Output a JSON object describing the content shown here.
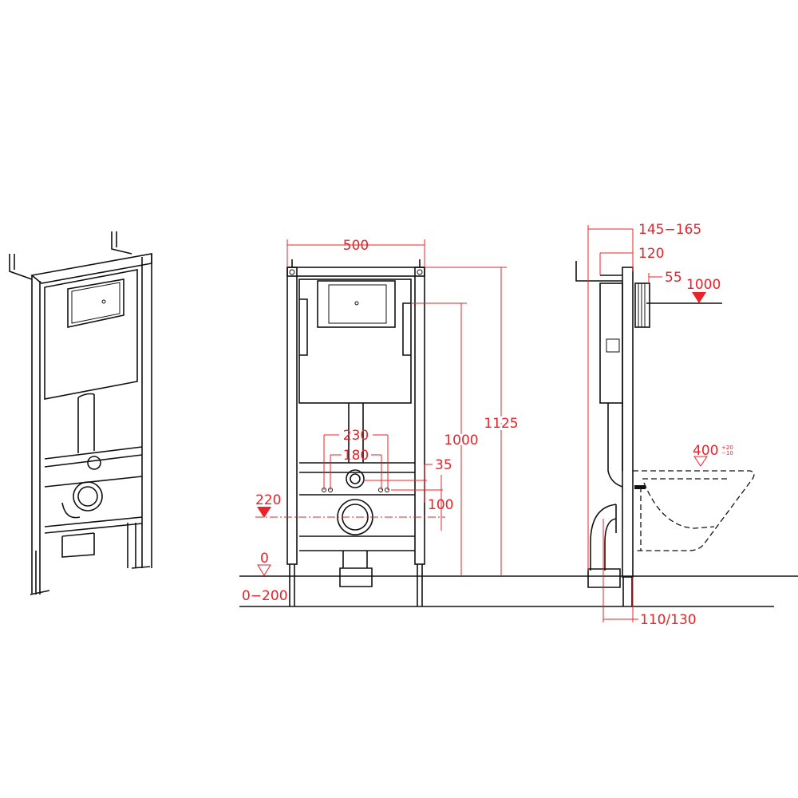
{
  "drawing": {
    "views": [
      "isometric-view",
      "front-view",
      "side-view"
    ],
    "front_view": {
      "width_label": "500",
      "total_height_label": "1125",
      "tank_height_label": "1000",
      "bolt_spacing_outer_label": "230",
      "bolt_spacing_inner_label": "180",
      "offset_35_label": "35",
      "offset_100_label": "100",
      "drain_height_label": "220",
      "floor_level_label": "0",
      "leg_adjust_label": "0−200"
    },
    "side_view": {
      "depth_range_label": "145−165",
      "depth_label": "120",
      "plate_depth_label": "55",
      "plate_height_label": "1000",
      "seat_height_label": "400",
      "seat_tol_plus": "+20",
      "seat_tol_minus": "−10",
      "pipe_label": "110/130"
    },
    "colors": {
      "dimension": "#e8232a",
      "line": "#111111"
    }
  }
}
